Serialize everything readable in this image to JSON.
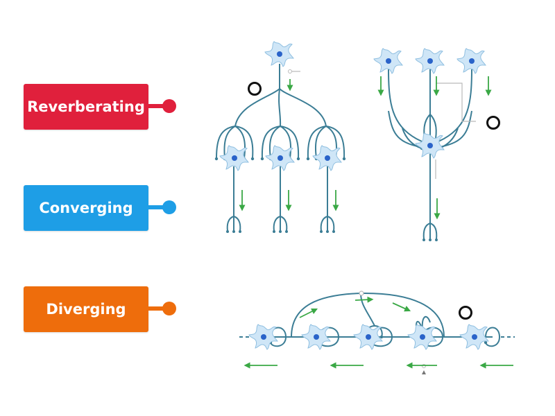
{
  "labels": [
    {
      "text": "Reverberating",
      "color": "#e0203c"
    },
    {
      "text": "Converging",
      "color": "#1e9ee6"
    },
    {
      "text": "Diverging",
      "color": "#ee6d0c"
    }
  ],
  "colors": {
    "axon": "#3b7d95",
    "neuron_body": "#cfe6f7",
    "neuron_nucleus": "#2a63c9",
    "flow_arrow": "#3aa845",
    "bracket": "#b9b9b9"
  },
  "diagrams": [
    {
      "id": "diverging-circuit",
      "icon": "diverging-neural-circuit"
    },
    {
      "id": "converging-circuit",
      "icon": "converging-neural-circuit"
    },
    {
      "id": "reverberating-circuit",
      "icon": "reverberating-neural-circuit"
    }
  ]
}
